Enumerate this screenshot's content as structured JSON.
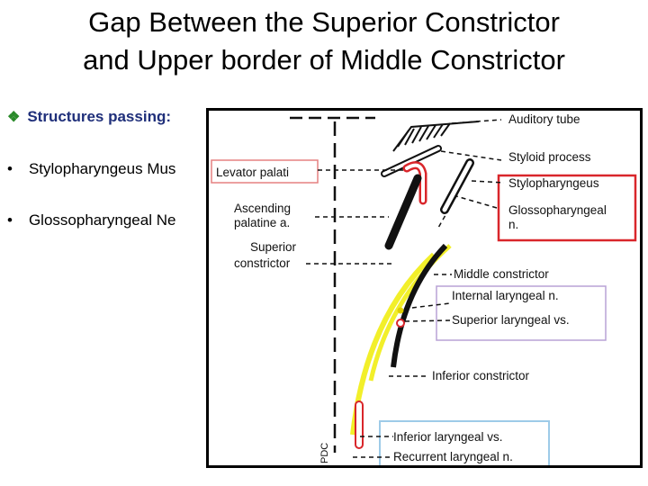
{
  "title": {
    "line1": "Gap Between the Superior Constrictor",
    "line2": "and Upper border of Middle Constrictor"
  },
  "bullet_icon": "diamond-bullet-icon",
  "heading": "Structures passing:",
  "items": [
    {
      "bullet": "•",
      "text": "Stylopharyngeus Mus"
    },
    {
      "bullet": "•",
      "text": "Glossopharyngeal Ne"
    }
  ],
  "figure": {
    "labels": {
      "auditory_tube": "Auditory  tube",
      "styloid_process": "Styloid  process",
      "levator_palati": "Levator  palati",
      "stylopharyngeus": "Stylopharyngeus",
      "glossopharyngeal_line1": "Glossopharyngeal",
      "glossopharyngeal_line2": "n.",
      "ascending_line1": "Ascending",
      "ascending_line2": "palatine  a.",
      "superior_line1": "Superior",
      "superior_line2": "constrictor",
      "middle_constrictor": "Middle  constrictor",
      "internal_laryngeal": "Internal  laryngeal  n.",
      "superior_laryngeal": "Superior  laryngeal  vs.",
      "inferior_constrictor": "Inferior  constrictor",
      "inferior_laryngeal": "Inferior  laryngeal  vs.",
      "recurrent_laryngeal": "Recurrent  laryngeal  n.",
      "signature": "PDC"
    },
    "colors": {
      "highlight_red": "#d9262b",
      "highlight_blue": "#9ecbe8",
      "highlight_purple": "#b8a2d6",
      "constrictor_yellow": "#f2ef2a",
      "muscle_black": "#111111"
    }
  }
}
